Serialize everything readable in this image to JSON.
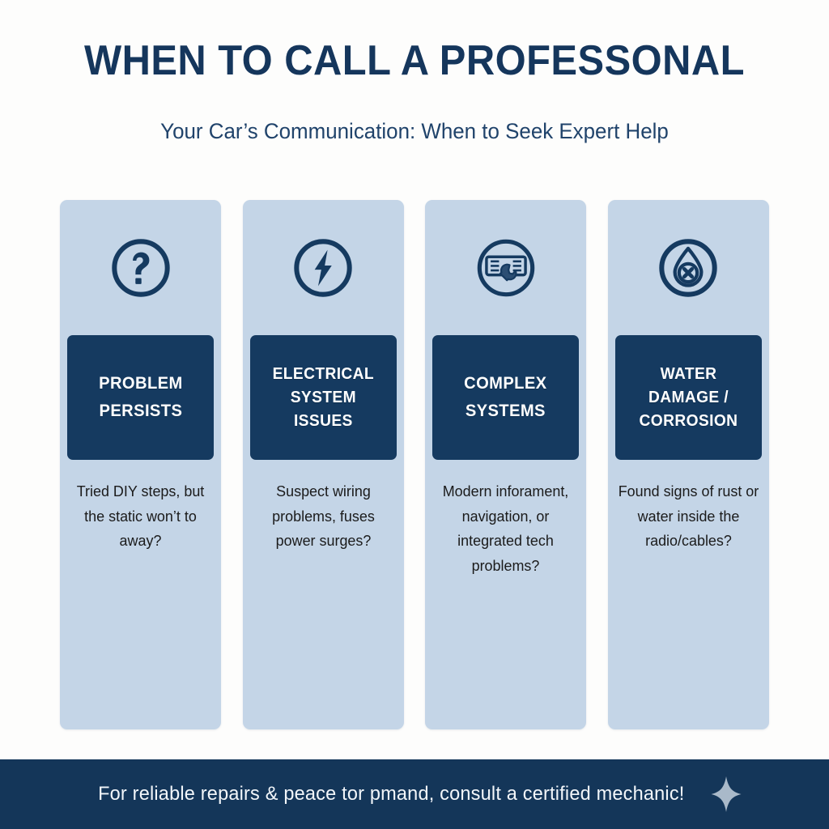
{
  "header": {
    "title": "WHEN TO CALL A PROFESSONAL",
    "subtitle": "Your Car’s Communication: When to Seek Expert Help"
  },
  "theme": {
    "page_background": "#fdfdfc",
    "navy": "#153a60",
    "navy_deep": "#143659",
    "card_background": "#c4d5e7",
    "title_color": "#15365c",
    "body_text_color": "#1b1b1b",
    "banner_text_color": "#ffffff",
    "sparkle_color": "#a9b9c9"
  },
  "cards": [
    {
      "icon": "question-mark-circle-icon",
      "heading": "PROBLEM PERSISTS",
      "heading_lines": [
        "PROBLEM",
        "PERSISTS"
      ],
      "body": "Tried DIY steps, but the static won’t to away?"
    },
    {
      "icon": "lightning-bolt-circle-icon",
      "heading": "ELECTRICAL SYSTEM ISSUES",
      "heading_lines": [
        "ELECTRICAL",
        "SYSTEM",
        "ISSUES"
      ],
      "body": "Suspect wiring problems, fuses power surges?"
    },
    {
      "icon": "circuit-wrench-circle-icon",
      "heading": "COMPLEX SYSTEMS",
      "heading_lines": [
        "COMPLEX",
        "SYSTEMS"
      ],
      "body": "Modern inforament, navigation, or integrated tech problems?"
    },
    {
      "icon": "water-droplet-x-circle-icon",
      "heading": "WATER DAMAGE / CORROSION",
      "heading_lines": [
        "WATER",
        "DAMAGE /",
        "CORROSION"
      ],
      "body": "Found signs of rust or water inside the radio/cables?"
    }
  ],
  "footer": {
    "text": "For reliable repairs & peace tor pmand, consult a certified mechanic!",
    "icon": "sparkle-icon"
  }
}
